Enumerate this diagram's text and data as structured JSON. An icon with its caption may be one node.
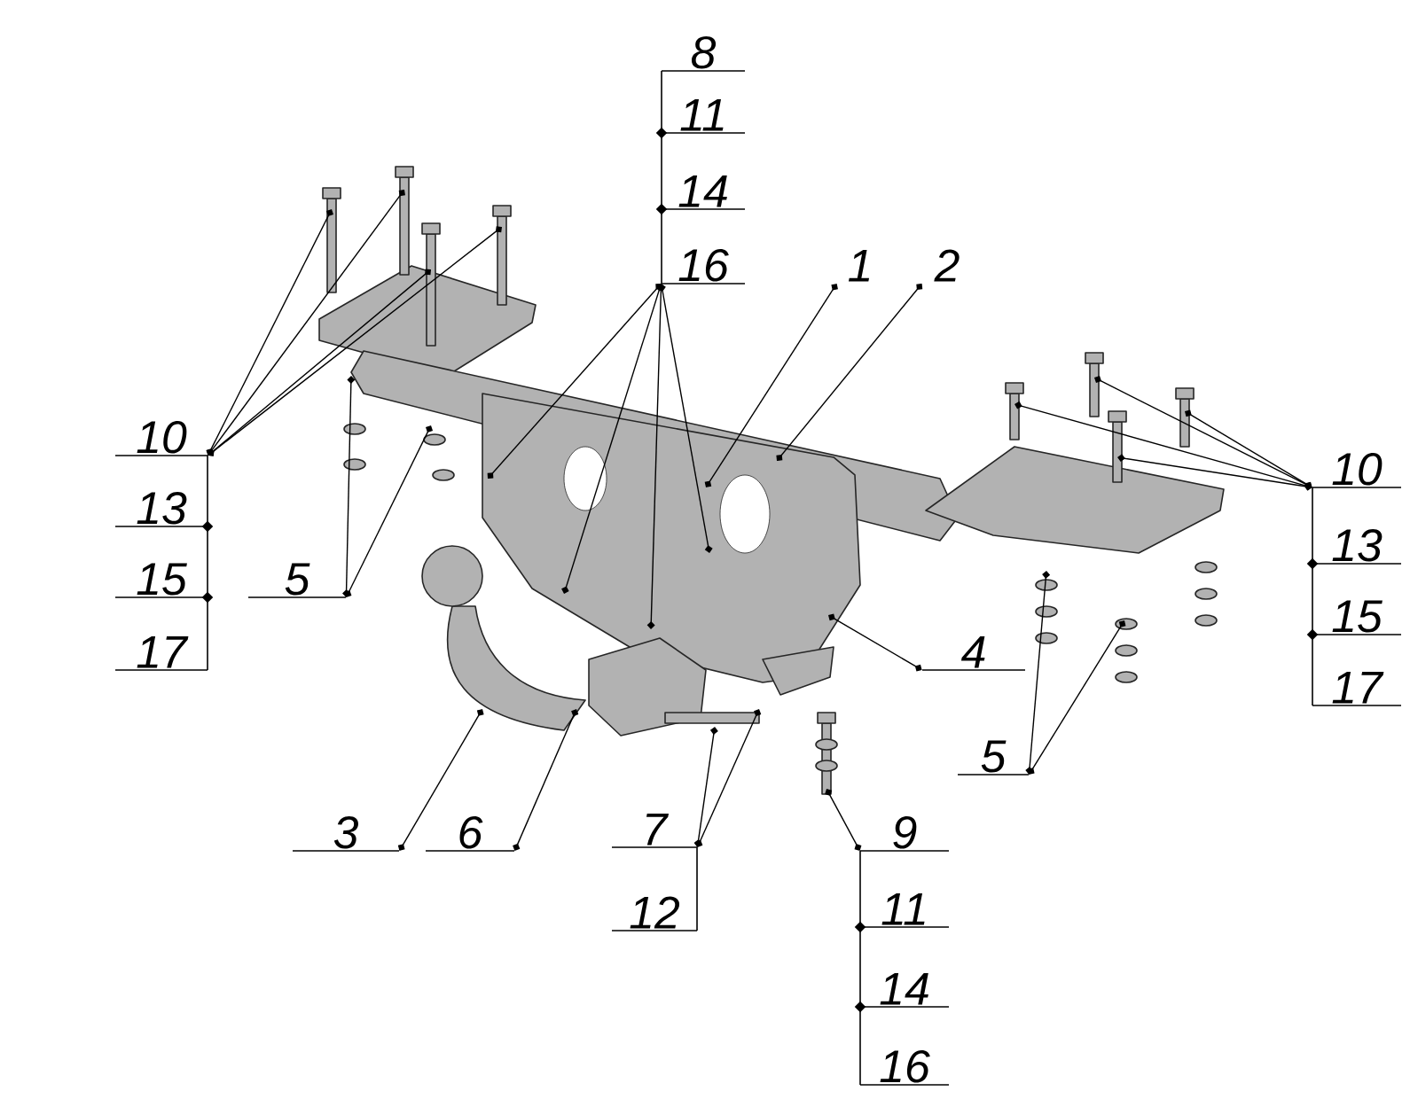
{
  "diagram": {
    "nodes": [
      {
        "text": [
          "8"
        ]
      },
      {
        "text": [
          "11"
        ]
      },
      {
        "text": [
          "14"
        ]
      },
      {
        "text": [
          "16"
        ]
      },
      {
        "text": [
          "1"
        ]
      },
      {
        "text": [
          "2"
        ]
      },
      {
        "text": [
          "10"
        ]
      },
      {
        "text": [
          "13"
        ]
      },
      {
        "text": [
          "15"
        ]
      },
      {
        "text": [
          "17"
        ]
      },
      {
        "text": [
          "10"
        ]
      },
      {
        "text": [
          "13"
        ]
      },
      {
        "text": [
          "15"
        ]
      },
      {
        "text": [
          "17"
        ]
      },
      {
        "text": [
          "5"
        ]
      },
      {
        "text": [
          "4"
        ]
      },
      {
        "text": [
          "5"
        ]
      },
      {
        "text": [
          "3"
        ]
      },
      {
        "text": [
          "6"
        ]
      },
      {
        "text": [
          "7"
        ]
      },
      {
        "text": [
          "12"
        ]
      },
      {
        "text": [
          "9"
        ]
      },
      {
        "text": [
          "11"
        ]
      },
      {
        "text": [
          "14"
        ]
      },
      {
        "text": [
          "16"
        ]
      }
    ],
    "edges": [
      {
        "from": 3,
        "to": null,
        "arrow": "other"
      },
      {
        "from": 3,
        "to": null,
        "arrow": "other"
      },
      {
        "from": 3,
        "to": null,
        "arrow": "other"
      },
      {
        "from": 3,
        "to": null,
        "arrow": "other"
      },
      {
        "from": 4,
        "to": null,
        "arrow": "other"
      },
      {
        "from": 5,
        "to": null,
        "arrow": "other"
      },
      {
        "from": 6,
        "to": null,
        "arrow": "other"
      },
      {
        "from": 6,
        "to": null,
        "arrow": "other"
      },
      {
        "from": 6,
        "to": null,
        "arrow": "other"
      },
      {
        "from": 6,
        "to": null,
        "arrow": "other"
      },
      {
        "from": 10,
        "to": null,
        "arrow": "other"
      },
      {
        "from": 10,
        "to": null,
        "arrow": "other"
      },
      {
        "from": 10,
        "to": null,
        "arrow": "other"
      },
      {
        "from": 10,
        "to": null,
        "arrow": "other"
      },
      {
        "from": 14,
        "to": null,
        "arrow": "other"
      },
      {
        "from": 14,
        "to": null,
        "arrow": "other"
      },
      {
        "from": 15,
        "to": null,
        "arrow": "other"
      },
      {
        "from": 16,
        "to": null,
        "arrow": "other"
      },
      {
        "from": 16,
        "to": null,
        "arrow": "other"
      },
      {
        "from": 17,
        "to": null,
        "arrow": "other"
      },
      {
        "from": 18,
        "to": null,
        "arrow": "other"
      },
      {
        "from": 19,
        "to": null,
        "arrow": "other"
      },
      {
        "from": 19,
        "to": null,
        "arrow": "other"
      },
      {
        "from": 21,
        "to": null,
        "arrow": "other"
      }
    ]
  }
}
